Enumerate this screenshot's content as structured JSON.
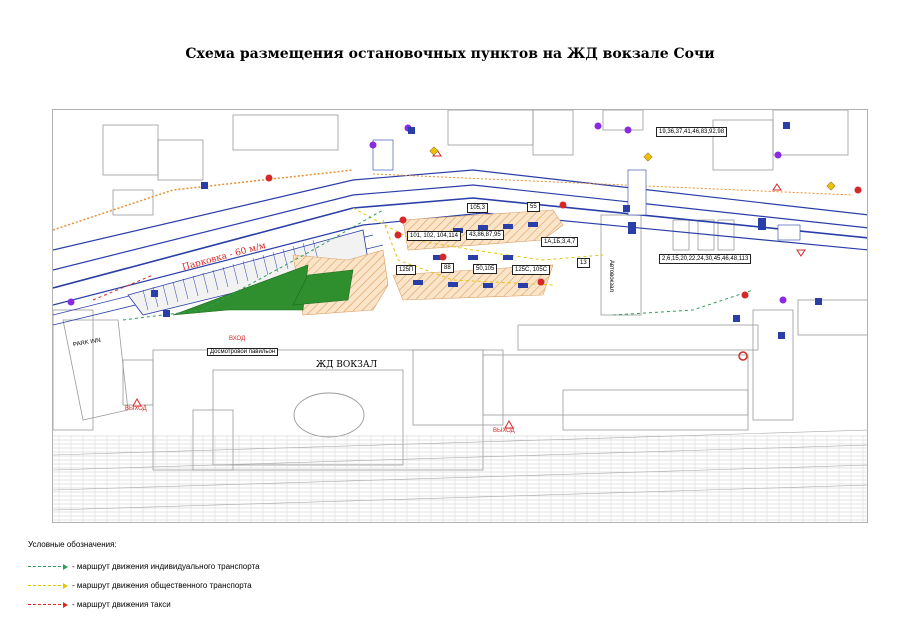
{
  "title": "Схема размещения остановочных пунктов на ЖД вокзале Сочи",
  "map": {
    "parking_label": "Парковка - 60 м/м",
    "station_label": "ЖД ВОКЗАЛ",
    "park_inn_label": "PARK INN",
    "inspection_label": "Досмотровой павильон",
    "entrance_label": "ВХОД",
    "exit_label": "ВЫХОД",
    "bus_station_label": "Автовокзал",
    "stops": [
      {
        "text": "105,3"
      },
      {
        "text": "55"
      },
      {
        "text": "101, 102, 104,114"
      },
      {
        "text": "43,86,87,95"
      },
      {
        "text": "1А,1Б,3,4,7"
      },
      {
        "text": "125П"
      },
      {
        "text": "88"
      },
      {
        "text": "50,105"
      },
      {
        "text": "125С, 105С"
      },
      {
        "text": "13"
      },
      {
        "text": "19,36,37,41,46,83,92,98"
      },
      {
        "text": "2,6,15,20,22,24,30,45,46,48,113"
      }
    ]
  },
  "legend": {
    "title": "Условные обозначения:",
    "items": [
      {
        "label": "- маршрут движения индивидуального транспорта",
        "color": "#2e9e5a"
      },
      {
        "label": "- маршрут движения общественного транспорта",
        "color": "#e6c40a"
      },
      {
        "label": "- маршрут движения такси",
        "color": "#d62828"
      }
    ]
  },
  "colors": {
    "road_blue": "#2a3ea8",
    "green_area": "#2f8f2f",
    "hatch": "#e8b98a",
    "building": "#9a9a9a"
  }
}
